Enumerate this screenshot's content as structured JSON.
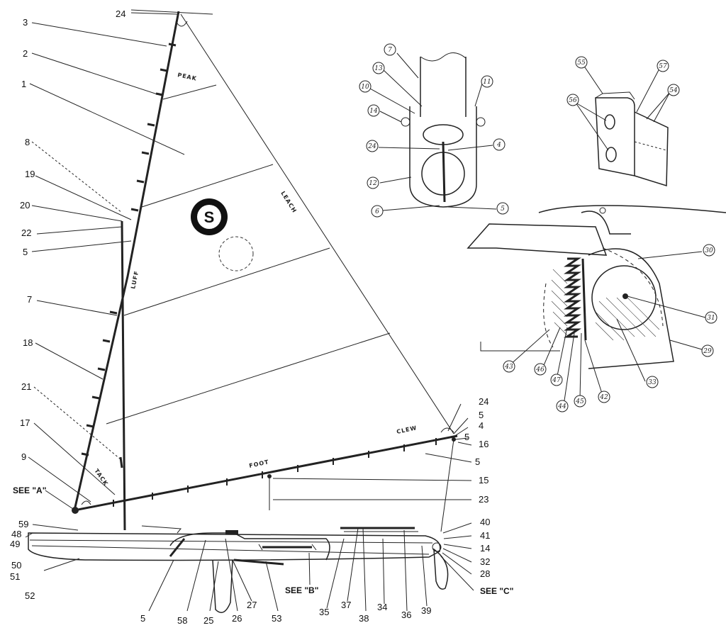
{
  "callouts": [
    {
      "id": "c24a",
      "text": "24"
    },
    {
      "id": "c3",
      "text": "3"
    },
    {
      "id": "c2",
      "text": "2"
    },
    {
      "id": "c1",
      "text": "1"
    },
    {
      "id": "c8",
      "text": "8"
    },
    {
      "id": "c19",
      "text": "19"
    },
    {
      "id": "c20",
      "text": "20"
    },
    {
      "id": "c22",
      "text": "22"
    },
    {
      "id": "c5a",
      "text": "5"
    },
    {
      "id": "c7",
      "text": "7"
    },
    {
      "id": "c18",
      "text": "18"
    },
    {
      "id": "c21",
      "text": "21"
    },
    {
      "id": "c17",
      "text": "17"
    },
    {
      "id": "c9",
      "text": "9"
    },
    {
      "id": "c59",
      "text": "59"
    },
    {
      "id": "c48",
      "text": "48"
    },
    {
      "id": "c49",
      "text": "49"
    },
    {
      "id": "c50",
      "text": "50"
    },
    {
      "id": "c51",
      "text": "51"
    },
    {
      "id": "c52",
      "text": "52"
    },
    {
      "id": "c24b",
      "text": "24"
    },
    {
      "id": "c5b",
      "text": "5"
    },
    {
      "id": "c4",
      "text": "4"
    },
    {
      "id": "c5c",
      "text": "5"
    },
    {
      "id": "c16",
      "text": "16"
    },
    {
      "id": "c5d",
      "text": "5"
    },
    {
      "id": "c15",
      "text": "15"
    },
    {
      "id": "c23",
      "text": "23"
    },
    {
      "id": "c40",
      "text": "40"
    },
    {
      "id": "c41",
      "text": "41"
    },
    {
      "id": "c14",
      "text": "14"
    },
    {
      "id": "c32",
      "text": "32"
    },
    {
      "id": "c28",
      "text": "28"
    },
    {
      "id": "c5e",
      "text": "5"
    },
    {
      "id": "c58",
      "text": "58"
    },
    {
      "id": "c25",
      "text": "25"
    },
    {
      "id": "c26",
      "text": "26"
    },
    {
      "id": "c27",
      "text": "27"
    },
    {
      "id": "c53",
      "text": "53"
    },
    {
      "id": "c35",
      "text": "35"
    },
    {
      "id": "c37",
      "text": "37"
    },
    {
      "id": "c38",
      "text": "38"
    },
    {
      "id": "c34",
      "text": "34"
    },
    {
      "id": "c36",
      "text": "36"
    },
    {
      "id": "c39",
      "text": "39"
    }
  ],
  "see_labels": {
    "a": "SEE \"A\"",
    "b": "SEE \"B\"",
    "c": "SEE \"C\""
  },
  "sail_labels": {
    "peak": "PEAK",
    "leach": "LEACH",
    "luff": "LUFF",
    "clew": "CLEW",
    "foot": "FOOT",
    "tack": "TACK",
    "logo": "S"
  },
  "detail_a": [
    "7",
    "13",
    "10",
    "11",
    "14",
    "24",
    "4",
    "12",
    "6",
    "5"
  ],
  "detail_b": [
    "55",
    "57",
    "56",
    "54"
  ],
  "detail_c": [
    "30",
    "31",
    "29",
    "33",
    "42",
    "45",
    "44",
    "47",
    "46",
    "43"
  ]
}
